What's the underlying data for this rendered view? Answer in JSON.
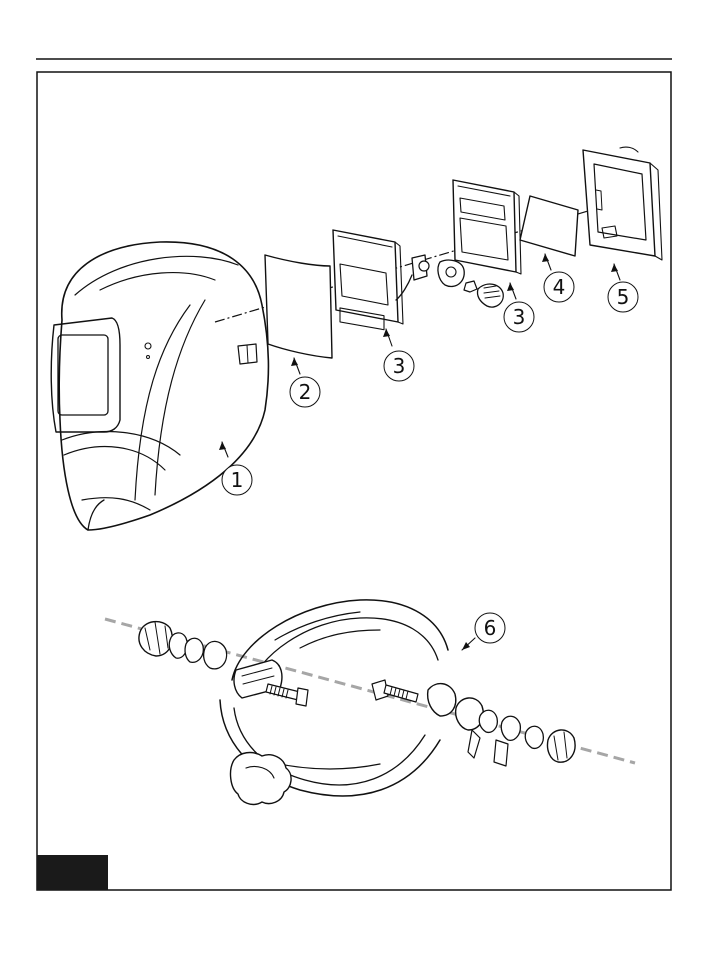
{
  "callouts": [
    {
      "id": "helmet-shell",
      "label": "1"
    },
    {
      "id": "outer-cover-lens",
      "label": "2"
    },
    {
      "id": "adf-cartridge-left",
      "label": "3"
    },
    {
      "id": "adf-cartridge-right",
      "label": "3"
    },
    {
      "id": "inner-cover-lens",
      "label": "4"
    },
    {
      "id": "cartridge-holder",
      "label": "5"
    },
    {
      "id": "headgear",
      "label": "6"
    }
  ],
  "corner_tab": {
    "text": ""
  },
  "colors": {
    "line": "#111111",
    "dashed_axis": "#a6a6a6",
    "tab": "#1a1a1a",
    "background": "#ffffff"
  }
}
